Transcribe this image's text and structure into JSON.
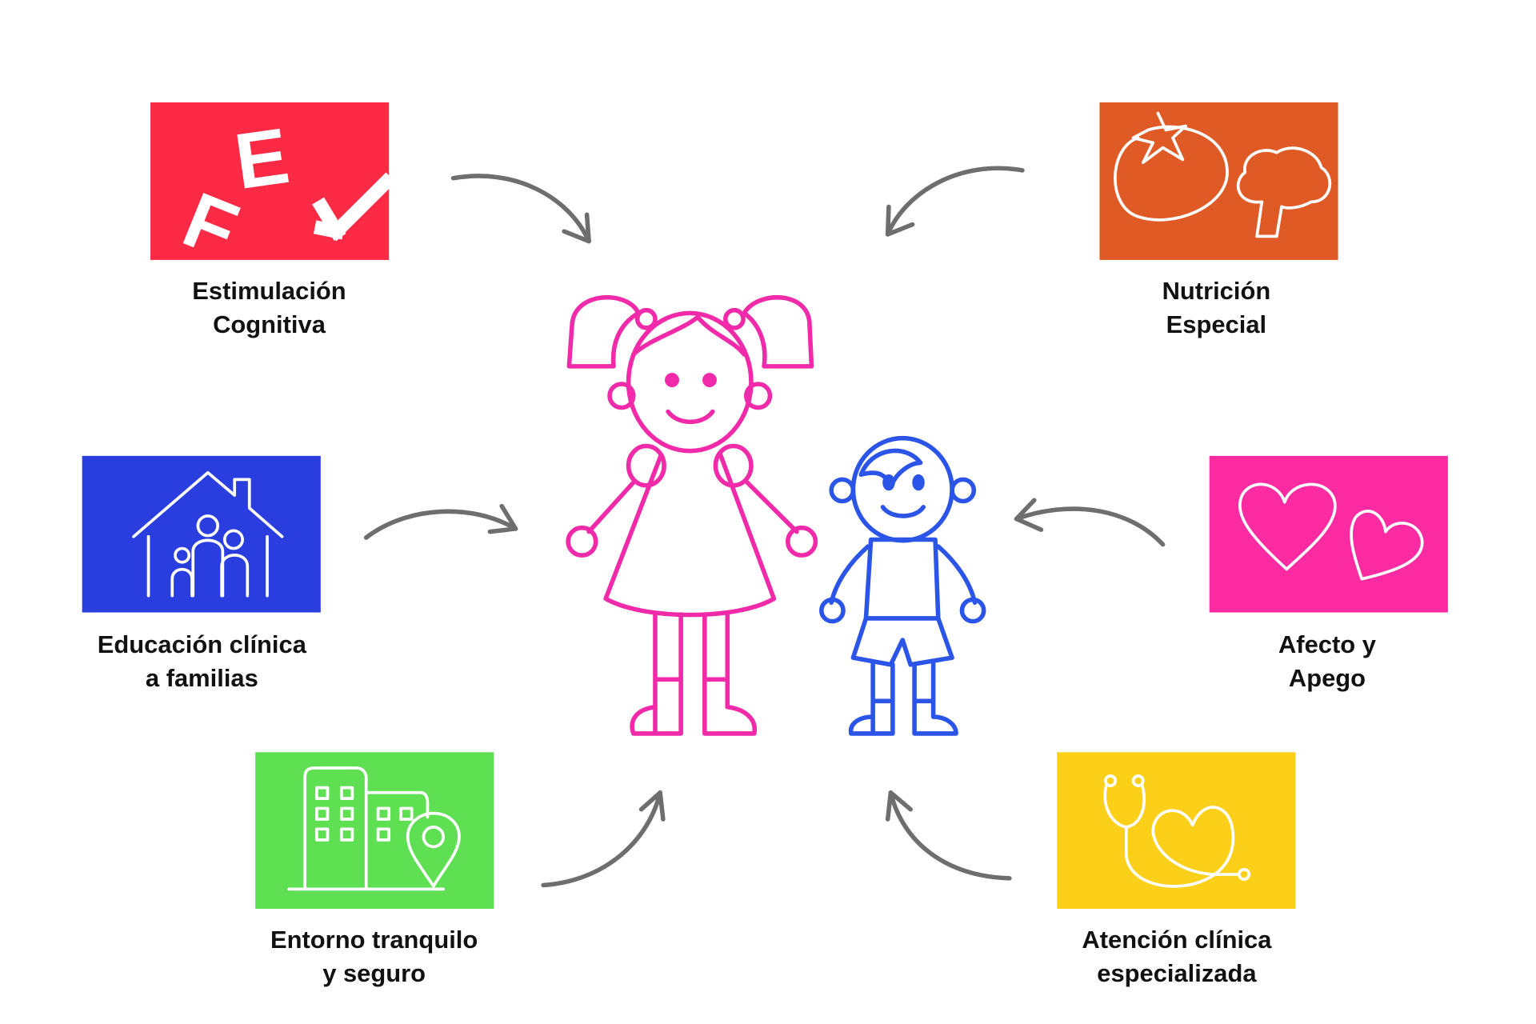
{
  "cards": [
    {
      "id": "estimulacion",
      "line1": "Estimulación",
      "line2": "Cognitiva",
      "color": "#fd2a45",
      "icon": "fey-letters-icon",
      "logo_text": [
        "F",
        "E",
        "Y"
      ]
    },
    {
      "id": "nutricion",
      "line1": "Nutrición",
      "line2": "Especial",
      "color": "#e05a25",
      "icon": "tomato-broccoli-icon"
    },
    {
      "id": "educacion",
      "line1": "Educación clínica",
      "line2": "a familias",
      "color": "#2a3ee0",
      "icon": "family-house-icon"
    },
    {
      "id": "afecto",
      "line1": "Afecto y",
      "line2": "Apego",
      "color": "#fd2ba2",
      "icon": "hearts-icon"
    },
    {
      "id": "entorno",
      "line1": "Entorno tranquilo",
      "line2": "y seguro",
      "color": "#5ee052",
      "icon": "buildings-location-icon"
    },
    {
      "id": "atencion",
      "line1": "Atención clínica",
      "line2": "especializada",
      "color": "#fccf19",
      "icon": "stethoscope-heart-icon"
    }
  ],
  "colors": {
    "girl": "#f02aa8",
    "boy": "#2b54e8",
    "arrow": "#6e6e6e"
  }
}
